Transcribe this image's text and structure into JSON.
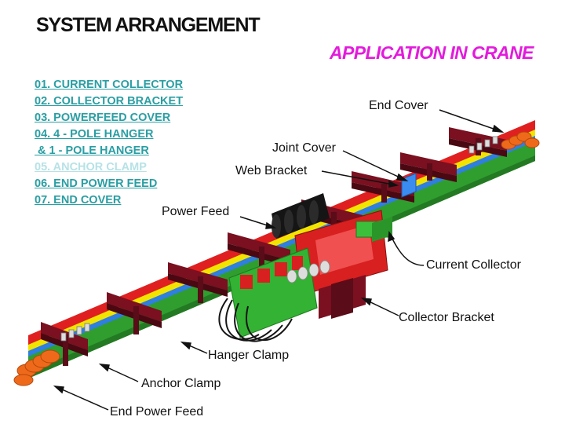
{
  "title": "SYSTEM ARRANGEMENT",
  "subtitle": "APPLICATION IN CRANE",
  "parts_list": [
    "01. CURRENT COLLECTOR",
    "02. COLLECTOR BRACKET",
    "03. POWERFEED COVER",
    "04. 4 - POLE HANGER",
    " & 1 - POLE HANGER",
    "05. ANCHOR CLAMP",
    "06. END POWER FEED",
    "07. END COVER"
  ],
  "callouts": {
    "end_cover": "End Cover",
    "joint_cover": "Joint Cover",
    "web_bracket": "Web Bracket",
    "power_feed": "Power Feed",
    "current_collector": "Current Collector",
    "collector_bracket": "Collector Bracket",
    "hanger_clamp": "Hanger Clamp",
    "anchor_clamp": "Anchor Clamp",
    "end_power_feed": "End Power Feed"
  },
  "colors": {
    "title": "#111111",
    "subtitle": "#e31bdc",
    "parts_list": "#2a9ea3",
    "rail_red": "#e02020",
    "rail_yellow": "#f2e400",
    "rail_blue": "#2f7fe0",
    "rail_green": "#2f9e2f",
    "bracket": "#7a1020",
    "end_caps": "#ee6a1a",
    "power_feed_cover": "#151515",
    "collector_frame": "#33b233"
  }
}
